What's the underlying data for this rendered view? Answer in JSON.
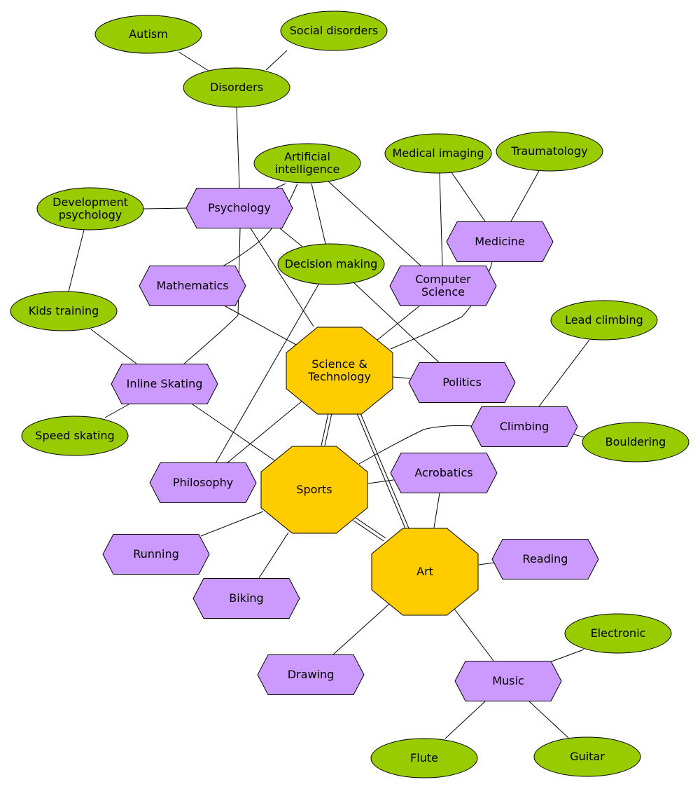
{
  "nodes": {
    "autism": {
      "label": [
        "Autism"
      ]
    },
    "social_disorders": {
      "label": [
        "Social disorders"
      ]
    },
    "disorders": {
      "label": [
        "Disorders"
      ]
    },
    "artificial_intelligence": {
      "label": [
        "Artificial",
        "intelligence"
      ]
    },
    "medical_imaging": {
      "label": [
        "Medical imaging"
      ]
    },
    "traumatology": {
      "label": [
        "Traumatology"
      ]
    },
    "development_psychology": {
      "label": [
        "Development",
        "psychology"
      ]
    },
    "psychology": {
      "label": [
        "Psychology"
      ]
    },
    "medicine": {
      "label": [
        "Medicine"
      ]
    },
    "decision_making": {
      "label": [
        "Decision making"
      ]
    },
    "mathematics": {
      "label": [
        "Mathematics"
      ]
    },
    "computer_science": {
      "label": [
        "Computer",
        "Science"
      ]
    },
    "kids_training": {
      "label": [
        "Kids training"
      ]
    },
    "lead_climbing": {
      "label": [
        "Lead climbing"
      ]
    },
    "science_technology": {
      "label": [
        "Science &",
        "Technology"
      ]
    },
    "politics": {
      "label": [
        "Politics"
      ]
    },
    "inline_skating": {
      "label": [
        "Inline Skating"
      ]
    },
    "speed_skating": {
      "label": [
        "Speed skating"
      ]
    },
    "climbing": {
      "label": [
        "Climbing"
      ]
    },
    "bouldering": {
      "label": [
        "Bouldering"
      ]
    },
    "acrobatics": {
      "label": [
        "Acrobatics"
      ]
    },
    "philosophy": {
      "label": [
        "Philosophy"
      ]
    },
    "sports": {
      "label": [
        "Sports"
      ]
    },
    "running": {
      "label": [
        "Running"
      ]
    },
    "reading": {
      "label": [
        "Reading"
      ]
    },
    "art": {
      "label": [
        "Art"
      ]
    },
    "biking": {
      "label": [
        "Biking"
      ]
    },
    "electronic": {
      "label": [
        "Electronic"
      ]
    },
    "drawing": {
      "label": [
        "Drawing"
      ]
    },
    "music": {
      "label": [
        "Music"
      ]
    },
    "flute": {
      "label": [
        "Flute"
      ]
    },
    "guitar": {
      "label": [
        "Guitar"
      ]
    }
  },
  "colors": {
    "leaf": "#99cc00",
    "topic": "#cc99ff",
    "hub": "#ffcc00"
  }
}
